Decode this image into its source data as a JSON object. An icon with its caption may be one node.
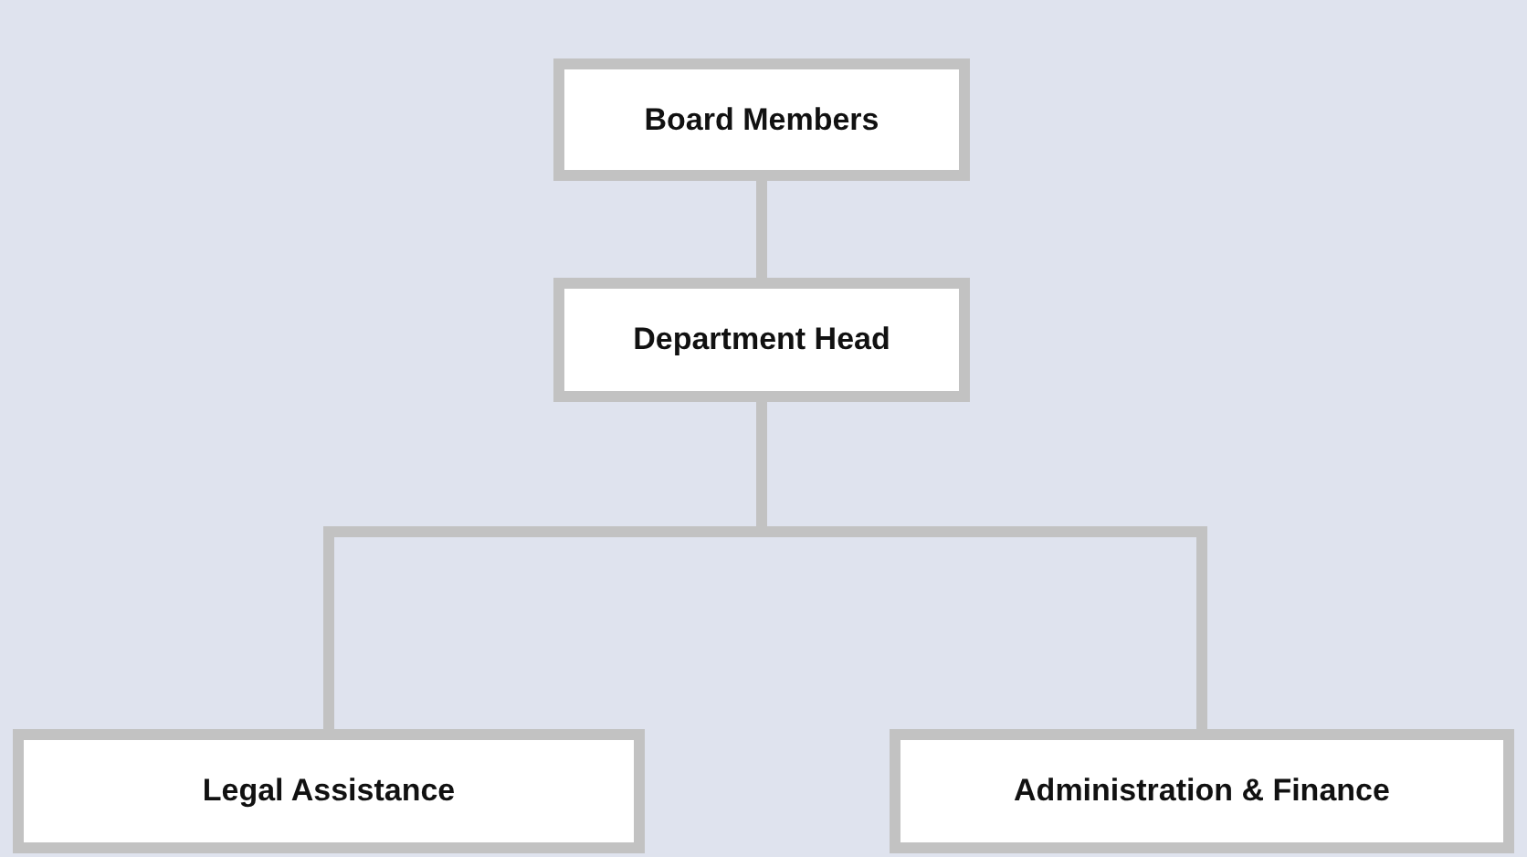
{
  "diagram": {
    "nodes": [
      {
        "text": [
          "Board Members"
        ]
      },
      {
        "text": [
          "Department Head"
        ]
      },
      {
        "text": [
          "Legal Assistance"
        ]
      },
      {
        "text": [
          "Administration & Finance"
        ]
      }
    ],
    "edges": [
      {
        "from": 0,
        "to": 1,
        "arrow": "none"
      },
      {
        "from": 1,
        "to": 2,
        "arrow": "none"
      },
      {
        "from": 1,
        "to": 3,
        "arrow": "none"
      }
    ]
  }
}
